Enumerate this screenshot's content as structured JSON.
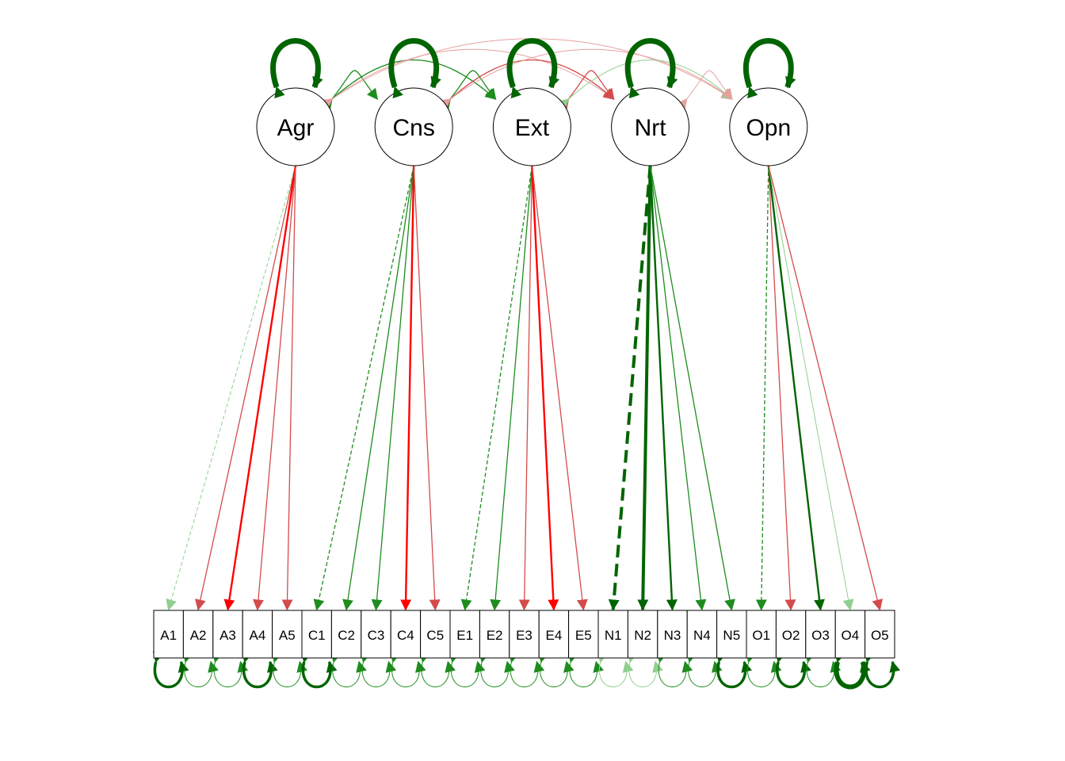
{
  "colors": {
    "positive": "#006400",
    "positive_mid": "#1e8c1e",
    "positive_light": "#8fcf8f",
    "negative": "#ff0000",
    "negative_mid": "#d44b4b",
    "negative_light": "#e6a0a0",
    "node_stroke": "#000000",
    "node_fill": "#ffffff"
  },
  "latent_variables": [
    {
      "id": "Agr",
      "label": "Agr"
    },
    {
      "id": "Cns",
      "label": "Cns"
    },
    {
      "id": "Ext",
      "label": "Ext"
    },
    {
      "id": "Nrt",
      "label": "Nrt"
    },
    {
      "id": "Opn",
      "label": "Opn"
    }
  ],
  "manifest_variables": [
    {
      "id": "A1",
      "label": "A1"
    },
    {
      "id": "A2",
      "label": "A2"
    },
    {
      "id": "A3",
      "label": "A3"
    },
    {
      "id": "A4",
      "label": "A4"
    },
    {
      "id": "A5",
      "label": "A5"
    },
    {
      "id": "C1",
      "label": "C1"
    },
    {
      "id": "C2",
      "label": "C2"
    },
    {
      "id": "C3",
      "label": "C3"
    },
    {
      "id": "C4",
      "label": "C4"
    },
    {
      "id": "C5",
      "label": "C5"
    },
    {
      "id": "E1",
      "label": "E1"
    },
    {
      "id": "E2",
      "label": "E2"
    },
    {
      "id": "E3",
      "label": "E3"
    },
    {
      "id": "E4",
      "label": "E4"
    },
    {
      "id": "E5",
      "label": "E5"
    },
    {
      "id": "N1",
      "label": "N1"
    },
    {
      "id": "N2",
      "label": "N2"
    },
    {
      "id": "N3",
      "label": "N3"
    },
    {
      "id": "N4",
      "label": "N4"
    },
    {
      "id": "N5",
      "label": "N5"
    },
    {
      "id": "O1",
      "label": "O1"
    },
    {
      "id": "O2",
      "label": "O2"
    },
    {
      "id": "O3",
      "label": "O3"
    },
    {
      "id": "O4",
      "label": "O4"
    },
    {
      "id": "O5",
      "label": "O5"
    }
  ],
  "loadings": [
    {
      "from": "Agr",
      "to": "A1",
      "sign": "positive",
      "strength": "weak",
      "fixed": true
    },
    {
      "from": "Agr",
      "to": "A2",
      "sign": "negative",
      "strength": "medium",
      "fixed": false
    },
    {
      "from": "Agr",
      "to": "A3",
      "sign": "negative",
      "strength": "strong",
      "fixed": false
    },
    {
      "from": "Agr",
      "to": "A4",
      "sign": "negative",
      "strength": "medium",
      "fixed": false
    },
    {
      "from": "Agr",
      "to": "A5",
      "sign": "negative",
      "strength": "medium",
      "fixed": false
    },
    {
      "from": "Cns",
      "to": "C1",
      "sign": "positive",
      "strength": "medium",
      "fixed": true
    },
    {
      "from": "Cns",
      "to": "C2",
      "sign": "positive",
      "strength": "medium",
      "fixed": false
    },
    {
      "from": "Cns",
      "to": "C3",
      "sign": "positive",
      "strength": "medium",
      "fixed": false
    },
    {
      "from": "Cns",
      "to": "C4",
      "sign": "negative",
      "strength": "strong",
      "fixed": false
    },
    {
      "from": "Cns",
      "to": "C5",
      "sign": "negative",
      "strength": "medium",
      "fixed": false
    },
    {
      "from": "Ext",
      "to": "E1",
      "sign": "positive",
      "strength": "medium",
      "fixed": true
    },
    {
      "from": "Ext",
      "to": "E2",
      "sign": "positive",
      "strength": "medium",
      "fixed": false
    },
    {
      "from": "Ext",
      "to": "E3",
      "sign": "negative",
      "strength": "medium",
      "fixed": false
    },
    {
      "from": "Ext",
      "to": "E4",
      "sign": "negative",
      "strength": "strong",
      "fixed": false
    },
    {
      "from": "Ext",
      "to": "E5",
      "sign": "negative",
      "strength": "medium",
      "fixed": false
    },
    {
      "from": "Nrt",
      "to": "N1",
      "sign": "positive",
      "strength": "very_strong",
      "fixed": true
    },
    {
      "from": "Nrt",
      "to": "N2",
      "sign": "positive",
      "strength": "very_strong",
      "fixed": false
    },
    {
      "from": "Nrt",
      "to": "N3",
      "sign": "positive",
      "strength": "strong",
      "fixed": false
    },
    {
      "from": "Nrt",
      "to": "N4",
      "sign": "positive",
      "strength": "medium",
      "fixed": false
    },
    {
      "from": "Nrt",
      "to": "N5",
      "sign": "positive",
      "strength": "medium",
      "fixed": false
    },
    {
      "from": "Opn",
      "to": "O1",
      "sign": "positive",
      "strength": "medium",
      "fixed": true
    },
    {
      "from": "Opn",
      "to": "O2",
      "sign": "negative",
      "strength": "medium",
      "fixed": false
    },
    {
      "from": "Opn",
      "to": "O3",
      "sign": "positive",
      "strength": "strong",
      "fixed": false
    },
    {
      "from": "Opn",
      "to": "O4",
      "sign": "positive",
      "strength": "weak",
      "fixed": false
    },
    {
      "from": "Opn",
      "to": "O5",
      "sign": "negative",
      "strength": "medium",
      "fixed": false
    }
  ],
  "latent_covariances": [
    {
      "a": "Agr",
      "b": "Cns",
      "sign": "positive",
      "strength": "medium"
    },
    {
      "a": "Agr",
      "b": "Ext",
      "sign": "positive",
      "strength": "medium"
    },
    {
      "a": "Agr",
      "b": "Nrt",
      "sign": "negative",
      "strength": "weak"
    },
    {
      "a": "Agr",
      "b": "Opn",
      "sign": "negative",
      "strength": "weak"
    },
    {
      "a": "Cns",
      "b": "Ext",
      "sign": "positive",
      "strength": "medium"
    },
    {
      "a": "Cns",
      "b": "Nrt",
      "sign": "negative",
      "strength": "medium"
    },
    {
      "a": "Cns",
      "b": "Opn",
      "sign": "negative",
      "strength": "weak"
    },
    {
      "a": "Ext",
      "b": "Nrt",
      "sign": "negative",
      "strength": "medium"
    },
    {
      "a": "Ext",
      "b": "Opn",
      "sign": "positive",
      "strength": "weak"
    },
    {
      "a": "Nrt",
      "b": "Opn",
      "sign": "negative",
      "strength": "weak"
    }
  ],
  "latent_variances": [
    {
      "node": "Agr",
      "strength": "very_strong"
    },
    {
      "node": "Cns",
      "strength": "very_strong"
    },
    {
      "node": "Ext",
      "strength": "very_strong"
    },
    {
      "node": "Nrt",
      "strength": "very_strong"
    },
    {
      "node": "Opn",
      "strength": "very_strong"
    }
  ],
  "residual_variances": [
    {
      "node": "A1",
      "strength": "strong"
    },
    {
      "node": "A2",
      "strength": "weak"
    },
    {
      "node": "A3",
      "strength": "weak"
    },
    {
      "node": "A4",
      "strength": "strong"
    },
    {
      "node": "A5",
      "strength": "weak"
    },
    {
      "node": "C1",
      "strength": "strong"
    },
    {
      "node": "C2",
      "strength": "weak"
    },
    {
      "node": "C3",
      "strength": "weak"
    },
    {
      "node": "C4",
      "strength": "weak"
    },
    {
      "node": "C5",
      "strength": "weak"
    },
    {
      "node": "E1",
      "strength": "weak"
    },
    {
      "node": "E2",
      "strength": "weak"
    },
    {
      "node": "E3",
      "strength": "weak"
    },
    {
      "node": "E4",
      "strength": "weak"
    },
    {
      "node": "E5",
      "strength": "weak"
    },
    {
      "node": "N1",
      "strength": "faint"
    },
    {
      "node": "N2",
      "strength": "faint"
    },
    {
      "node": "N3",
      "strength": "weak"
    },
    {
      "node": "N4",
      "strength": "weak"
    },
    {
      "node": "N5",
      "strength": "strong"
    },
    {
      "node": "O1",
      "strength": "weak"
    },
    {
      "node": "O2",
      "strength": "strong"
    },
    {
      "node": "O3",
      "strength": "weak"
    },
    {
      "node": "O4",
      "strength": "very_strong"
    },
    {
      "node": "O5",
      "strength": "strong"
    }
  ]
}
